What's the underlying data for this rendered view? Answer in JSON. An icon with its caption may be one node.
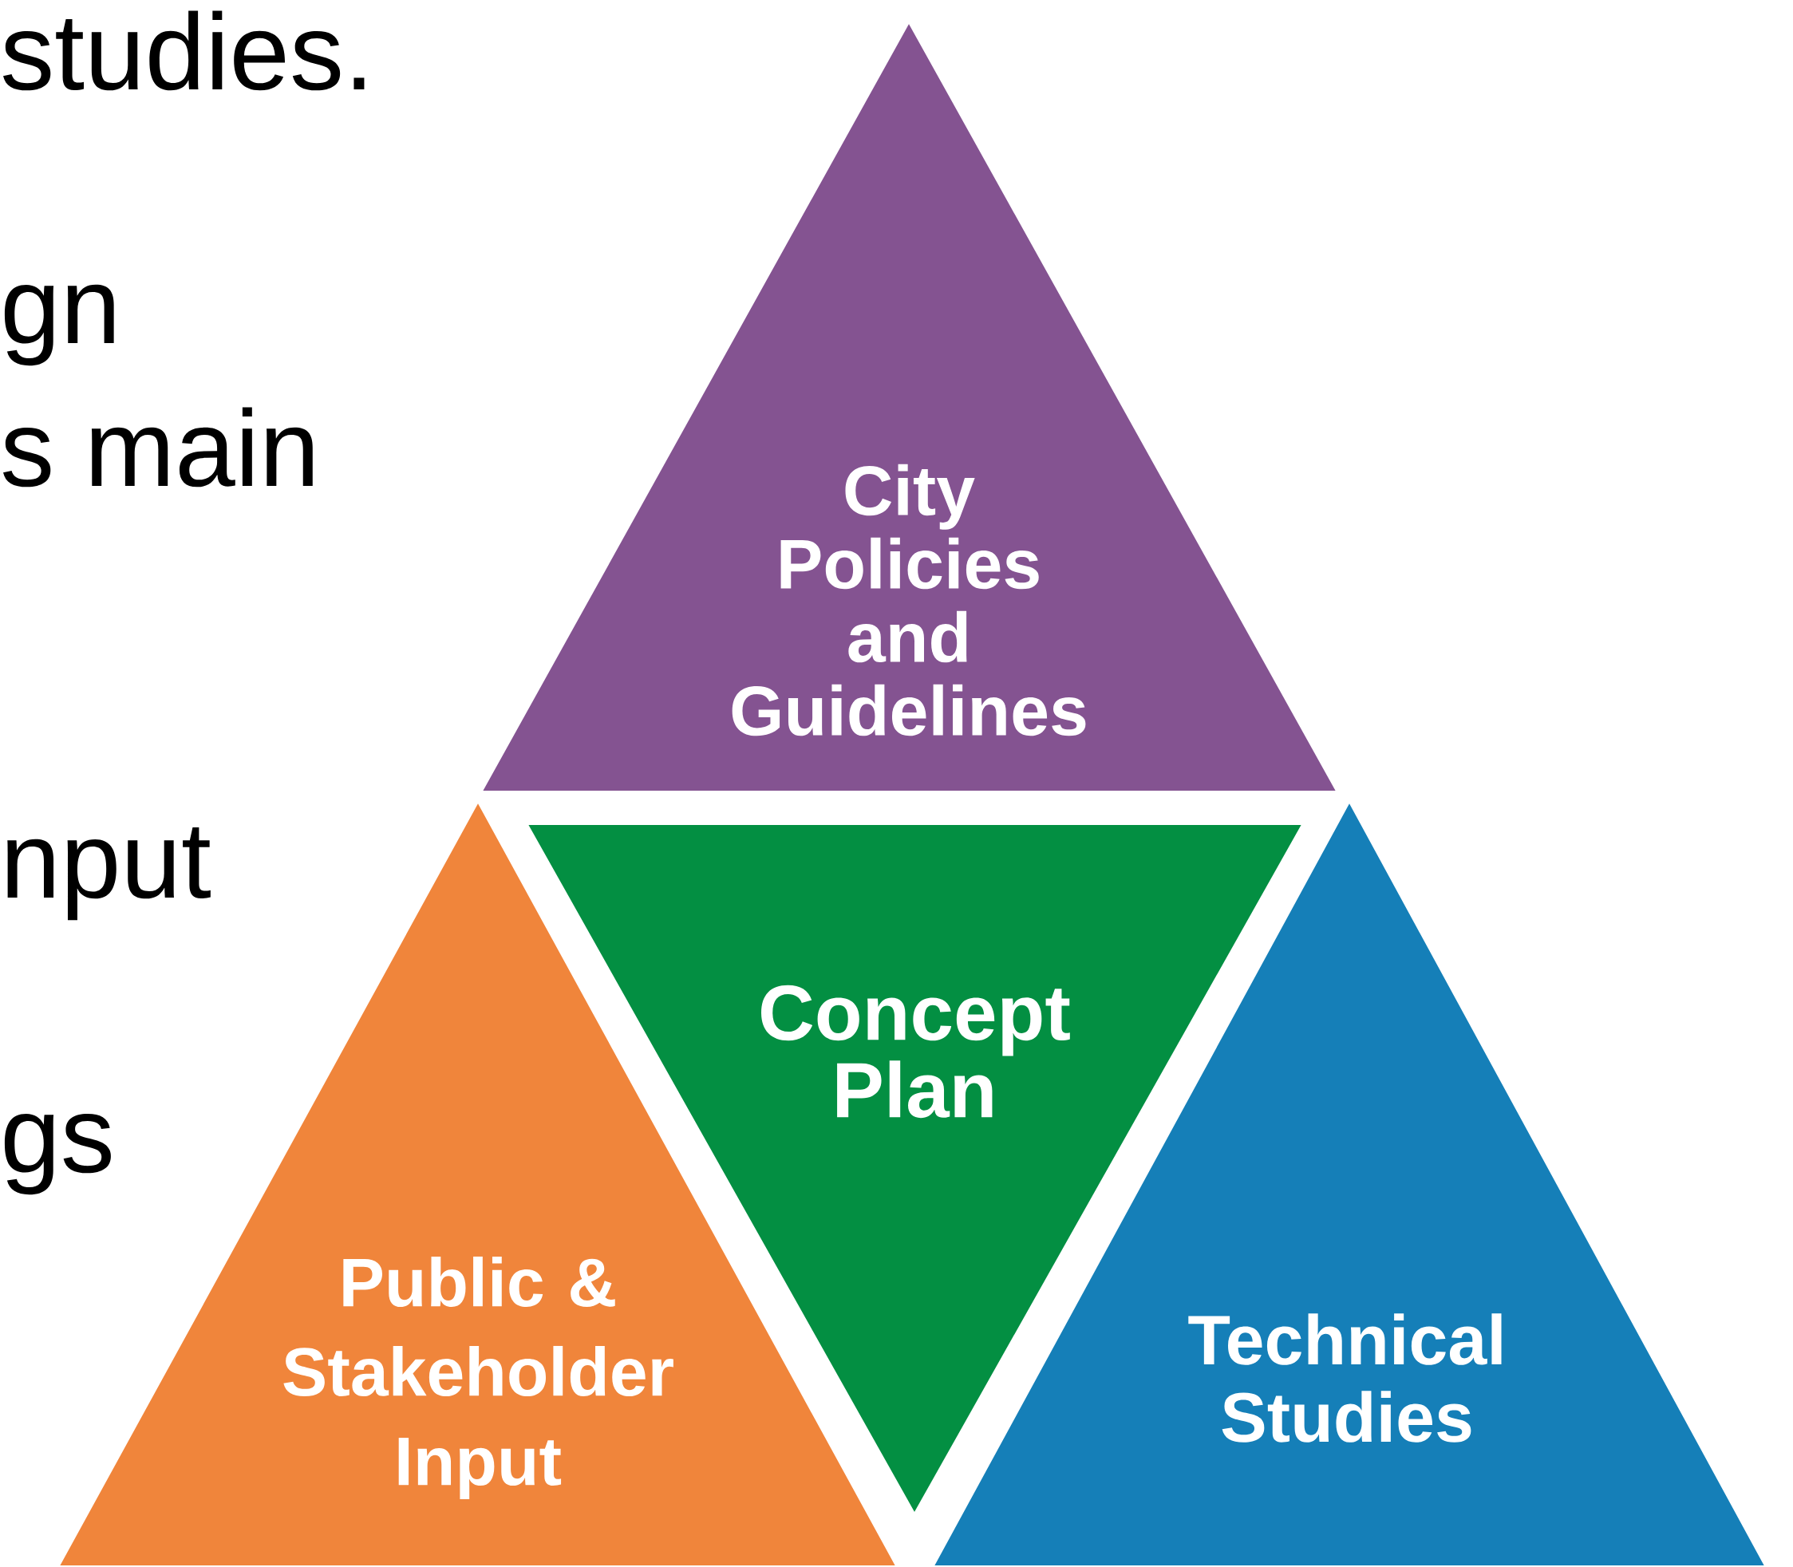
{
  "diagram": {
    "nodes": [
      {
        "text": [
          "City Policies and Guidelines"
        ]
      },
      {
        "text": [
          "Concept Plan"
        ]
      },
      {
        "text": [
          "Public & Stakeholder Input"
        ]
      },
      {
        "text": [
          "Technical Studies"
        ]
      }
    ],
    "labels": [
      "studies.",
      "gn",
      "s main",
      "nput",
      "gs"
    ]
  }
}
